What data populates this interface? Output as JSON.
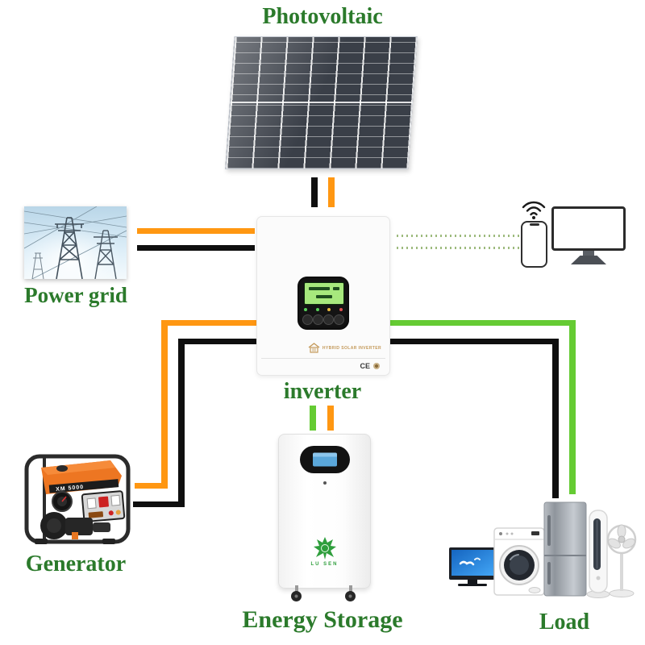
{
  "labels": {
    "photovoltaic": "Photovoltaic",
    "power_grid": "Power grid",
    "inverter": "inverter",
    "generator": "Generator",
    "energy_storage": "Energy Storage",
    "load": "Load"
  },
  "devices": {
    "inverter": {
      "brand_text": "HYBRID SOLAR INVERTER",
      "cert_text": "CE"
    },
    "generator": {
      "model_text": "XM 5000"
    },
    "energy_storage": {
      "brand_text": "LU SEN"
    }
  },
  "icons": {
    "wifi": "wifi-icon",
    "phone": "smartphone",
    "monitor": "desktop-monitor",
    "appliances": [
      "tv",
      "washing-machine",
      "refrigerator",
      "tower-fan",
      "pedestal-fan"
    ]
  },
  "colors": {
    "line_black": "#0f0f0f",
    "line_orange": "#FF9712",
    "line_green": "#65CB33",
    "dotted_green": "#9DBA7D",
    "label_green": "#2B7A2B"
  },
  "connections": [
    {
      "from": "photovoltaic",
      "to": "inverter",
      "style": "solid",
      "lines": [
        "black",
        "orange"
      ]
    },
    {
      "from": "power-grid",
      "to": "inverter",
      "style": "solid",
      "lines": [
        "orange",
        "black"
      ]
    },
    {
      "from": "inverter",
      "to": "phone-and-monitor",
      "style": "dotted",
      "lines": [
        "green-dotted",
        "green-dotted"
      ]
    },
    {
      "from": "generator",
      "to": "inverter",
      "style": "solid",
      "lines": [
        "orange",
        "black"
      ]
    },
    {
      "from": "inverter",
      "to": "energy-storage",
      "style": "solid",
      "lines": [
        "green",
        "orange"
      ]
    },
    {
      "from": "inverter",
      "to": "load",
      "style": "solid",
      "lines": [
        "green",
        "black"
      ]
    }
  ]
}
